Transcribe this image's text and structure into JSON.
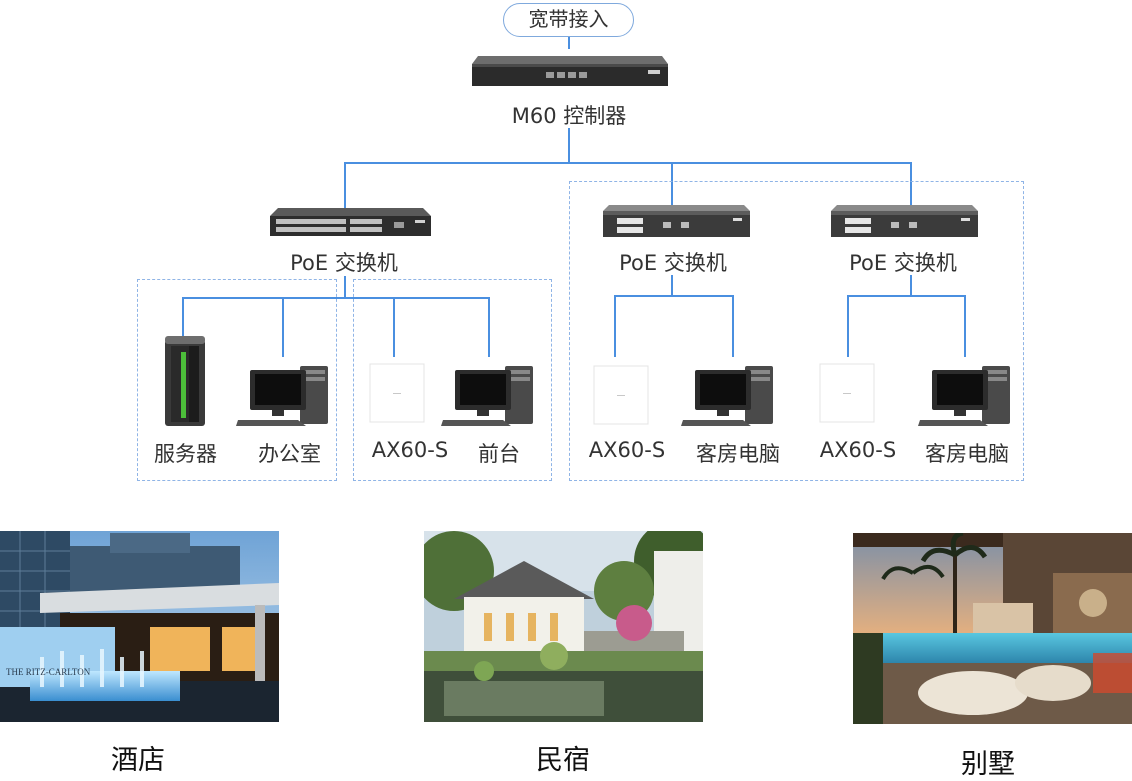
{
  "top": {
    "internet_label": "宽带接入",
    "controller_label": "M60 控制器"
  },
  "switches": [
    {
      "label": "PoE 交换机"
    },
    {
      "label": "PoE 交换机"
    },
    {
      "label": "PoE 交换机"
    }
  ],
  "devices": [
    {
      "label": "服务器",
      "icon": "server-icon"
    },
    {
      "label": "办公室",
      "icon": "desktop-computer-icon"
    },
    {
      "label": "AX60-S",
      "icon": "access-point-icon"
    },
    {
      "label": "前台",
      "icon": "desktop-computer-icon"
    },
    {
      "label": "AX60-S",
      "icon": "access-point-icon"
    },
    {
      "label": "客房电脑",
      "icon": "desktop-computer-icon"
    },
    {
      "label": "AX60-S",
      "icon": "access-point-icon"
    },
    {
      "label": "客房电脑",
      "icon": "desktop-computer-icon"
    }
  ],
  "scenarios": [
    {
      "label": "酒店",
      "sign_text": "THE RITZ-CARLTON"
    },
    {
      "label": "民宿"
    },
    {
      "label": "别墅"
    }
  ],
  "colors": {
    "wire": "#4a8fe0",
    "dashed_box": "#8fb4e6",
    "pill_border": "#7fa9dd"
  }
}
